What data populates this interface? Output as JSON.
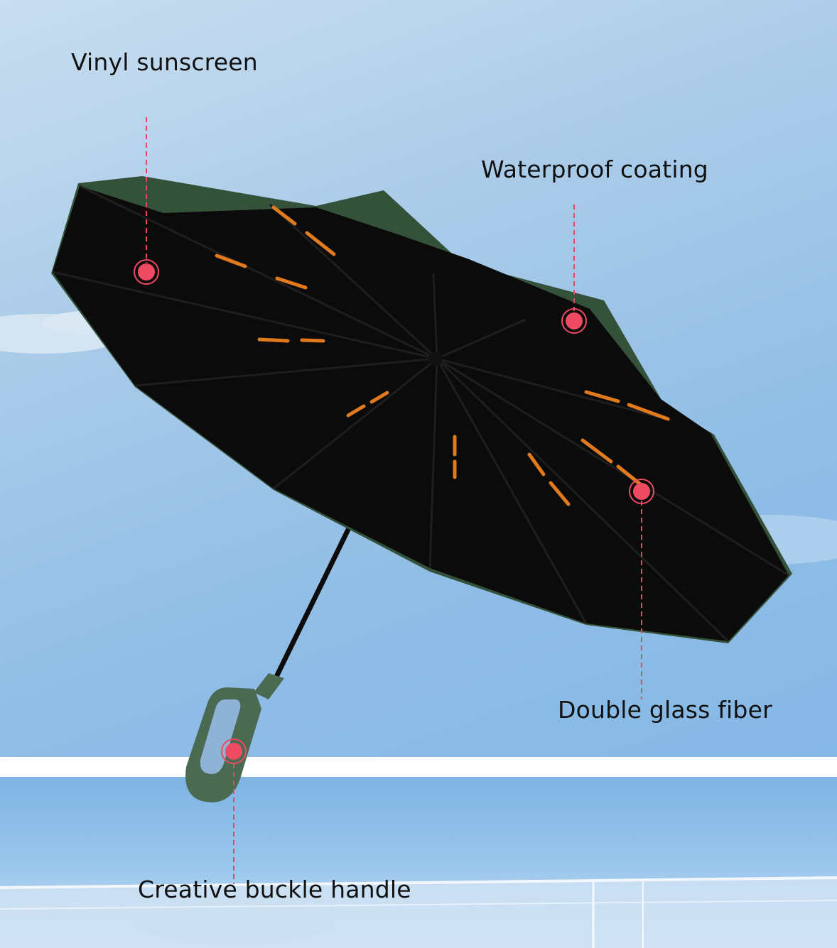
{
  "labels": {
    "vinyl": "Vinyl sunscreen",
    "waterproof": "Waterproof coating",
    "fiber": "Double glass fiber",
    "handle": "Creative buckle handle"
  },
  "colors": {
    "canopy_outer": "#34513a",
    "canopy_inner": "#0b0b0b",
    "rib_accent": "#e07a1d",
    "marker": "#ee4a62",
    "callout_line": "#e8485f",
    "handle": "#4a6a52"
  }
}
